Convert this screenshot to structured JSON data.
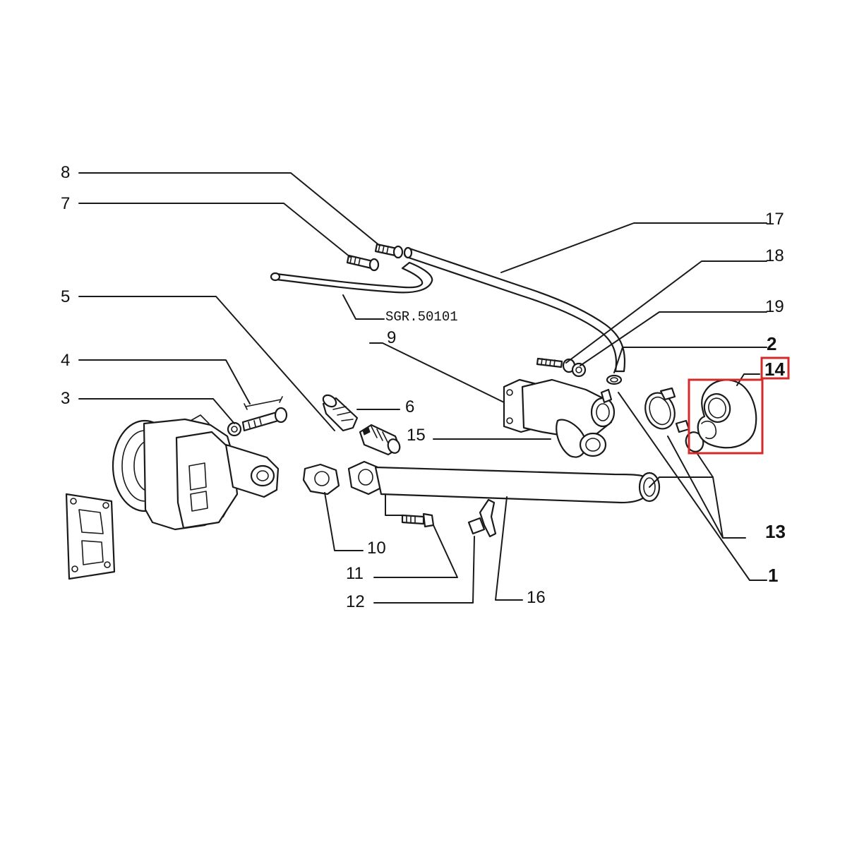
{
  "diagram": {
    "reference_code": "SGR.50101",
    "highlight_color": "#d42a2a",
    "highlighted_part": "14",
    "callouts": [
      {
        "id": "c1",
        "label": "1",
        "bold": true
      },
      {
        "id": "c2",
        "label": "2",
        "bold": true
      },
      {
        "id": "c3",
        "label": "3",
        "bold": false
      },
      {
        "id": "c4",
        "label": "4",
        "bold": false
      },
      {
        "id": "c5",
        "label": "5",
        "bold": false
      },
      {
        "id": "c6",
        "label": "6",
        "bold": false
      },
      {
        "id": "c7",
        "label": "7",
        "bold": false
      },
      {
        "id": "c8",
        "label": "8",
        "bold": false
      },
      {
        "id": "c9",
        "label": "9",
        "bold": false
      },
      {
        "id": "c10",
        "label": "10",
        "bold": false
      },
      {
        "id": "c11",
        "label": "11",
        "bold": false
      },
      {
        "id": "c12",
        "label": "12",
        "bold": false
      },
      {
        "id": "c13",
        "label": "13",
        "bold": true
      },
      {
        "id": "c14",
        "label": "14",
        "bold": true
      },
      {
        "id": "c15",
        "label": "15",
        "bold": false
      },
      {
        "id": "c16",
        "label": "16",
        "bold": false
      },
      {
        "id": "c17",
        "label": "17",
        "bold": false
      },
      {
        "id": "c18",
        "label": "18",
        "bold": false
      },
      {
        "id": "c19",
        "label": "19",
        "bold": false
      }
    ]
  }
}
